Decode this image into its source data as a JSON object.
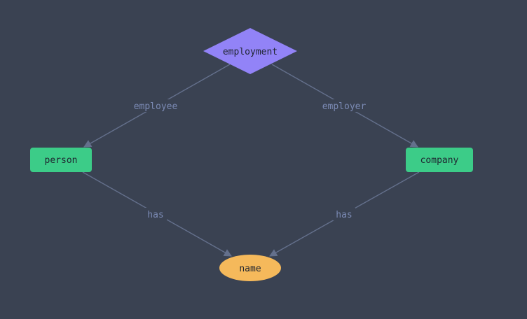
{
  "colors": {
    "background": "#3a4252",
    "relationship": "#9283f7",
    "entity": "#3ccc88",
    "attribute": "#f5b95b",
    "edge": "#64708c",
    "edge_label": "#7b8ab4"
  },
  "nodes": {
    "employment": {
      "label": "employment",
      "kind": "relationship"
    },
    "person": {
      "label": "person",
      "kind": "entity"
    },
    "company": {
      "label": "company",
      "kind": "entity"
    },
    "name": {
      "label": "name",
      "kind": "attribute"
    }
  },
  "edges": [
    {
      "from": "employment",
      "to": "person",
      "label": "employee"
    },
    {
      "from": "employment",
      "to": "company",
      "label": "employer"
    },
    {
      "from": "person",
      "to": "name",
      "label": "has"
    },
    {
      "from": "company",
      "to": "name",
      "label": "has"
    }
  ]
}
